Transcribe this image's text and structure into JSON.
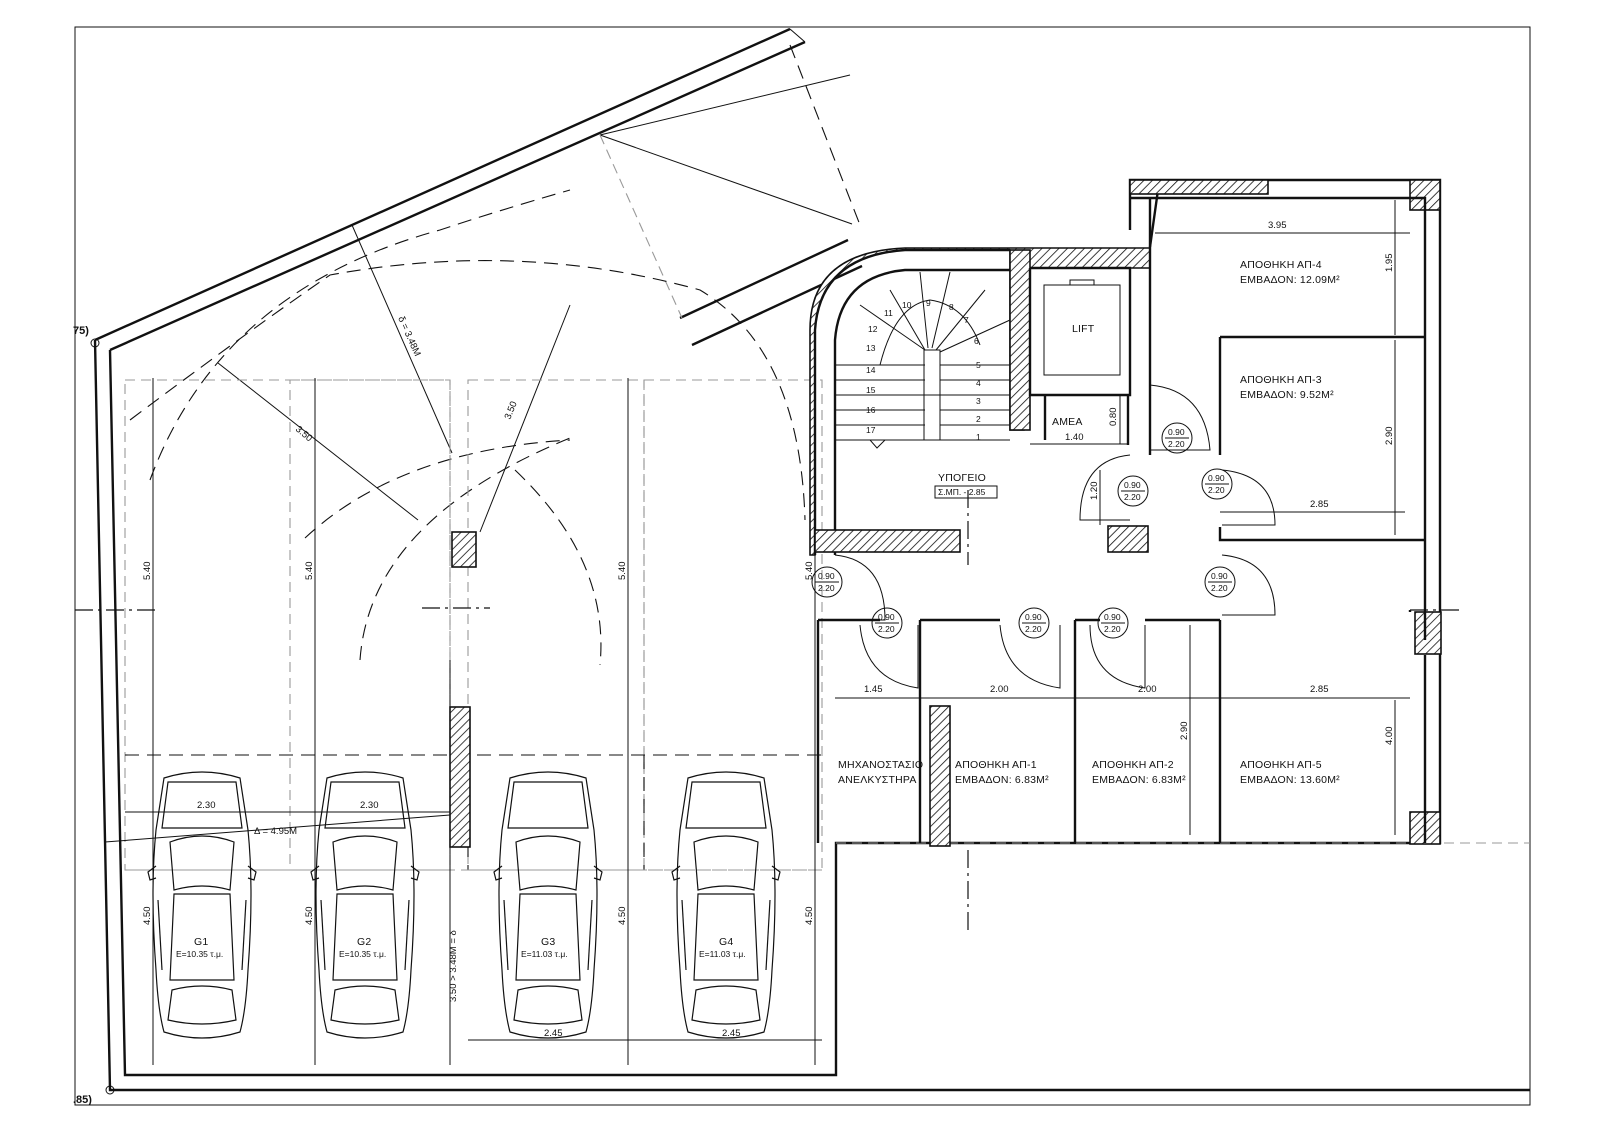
{
  "edge_labels": {
    "top_left": "75)",
    "bottom_left": ".85)"
  },
  "rooms": {
    "storage_ap4": {
      "name": "ΑΠΟΘΗΚΗ ΑΠ-4",
      "area": "ΕΜΒΑΔΟΝ: 12.09M²"
    },
    "storage_ap3": {
      "name": "ΑΠΟΘΗΚΗ ΑΠ-3",
      "area": "ΕΜΒΑΔΟΝ: 9.52M²"
    },
    "storage_ap1": {
      "name": "ΑΠΟΘΗΚΗ ΑΠ-1",
      "area": "ΕΜΒΑΔΟΝ: 6.83M²"
    },
    "storage_ap2": {
      "name": "ΑΠΟΘΗΚΗ ΑΠ-2",
      "area": "ΕΜΒΑΔΟΝ: 6.83M²"
    },
    "storage_ap5": {
      "name": "ΑΠΟΘΗΚΗ ΑΠ-5",
      "area": "ΕΜΒΑΔΟΝ: 13.60M²"
    },
    "machine_room": {
      "line1": "ΜΗΧΑΝΟΣΤΑΣΙΟ",
      "line2": "ΑΝΕΛΚΥΣΤΗΡΑ"
    },
    "basement": {
      "name": "ΥΠΟΓΕΙΟ",
      "level": "Σ.ΜΠ. - 2.85"
    },
    "lift": "LIFT",
    "amea": "ΑΜΕΑ"
  },
  "parking": [
    {
      "id": "G1",
      "area": "E=10.35 τ.μ."
    },
    {
      "id": "G2",
      "area": "E=10.35 τ.μ."
    },
    {
      "id": "G3",
      "area": "E=11.03 τ.μ."
    },
    {
      "id": "G4",
      "area": "E=11.03 τ.μ."
    }
  ],
  "door_tags": {
    "width": "0.90",
    "height": "2.20"
  },
  "stair_steps": [
    "1",
    "2",
    "3",
    "4",
    "5",
    "6",
    "7",
    "8",
    "9",
    "10",
    "11",
    "12",
    "13",
    "14",
    "15",
    "16",
    "17"
  ],
  "dimensions": {
    "d_395": "3.95",
    "d_195": "1.95",
    "d_290a": "2.90",
    "d_285a": "2.85",
    "d_145": "1.45",
    "d_200a": "2.00",
    "d_200b": "2.00",
    "d_285b": "2.85",
    "d_290b": "2.90",
    "d_400": "4.00",
    "d_140": "1.40",
    "d_080": "0.80",
    "d_120": "1.20",
    "d_540a": "5.40",
    "d_540b": "5.40",
    "d_540c": "5.40",
    "d_540d": "5.40",
    "d_450a": "4.50",
    "d_450b": "4.50",
    "d_450c": "4.50",
    "d_450d": "4.50",
    "d_230a": "2.30",
    "d_230b": "2.30",
    "d_245a": "2.45",
    "d_245b": "2.45",
    "d_350a": "3.50",
    "d_350b": "3.50",
    "d_ramp_a": "δ = 3.48M",
    "d_ramp_b": "Δ = 4.95M",
    "d_ramp_c": "3.50 > 3.48M = δ"
  }
}
